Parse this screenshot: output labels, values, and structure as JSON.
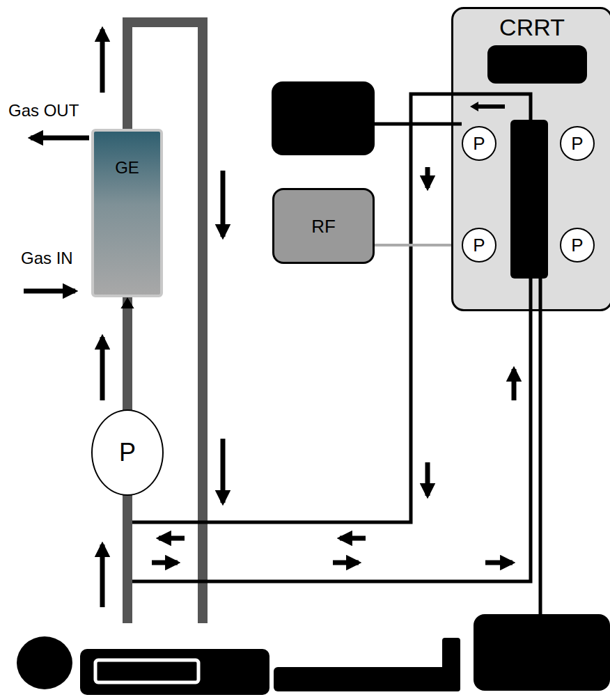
{
  "diagram": {
    "nodes": [
      {
        "text": [
          "CRRT"
        ]
      },
      {
        "text": [
          "P"
        ],
        "in": 0
      },
      {
        "text": [
          "P"
        ],
        "in": 0
      },
      {
        "text": [
          "P"
        ],
        "in": 0
      },
      {
        "text": [
          "P"
        ],
        "in": 0
      },
      {
        "text": [
          "GE"
        ]
      },
      {
        "text": [
          "RF"
        ]
      },
      {
        "text": [
          "P"
        ]
      }
    ],
    "edges": [
      {
        "from": 7,
        "to": 5,
        "arrow": "to"
      },
      {
        "from": 6,
        "to": 3,
        "arrow": "none"
      }
    ],
    "labels": [
      "Gas OUT",
      "Gas IN"
    ]
  }
}
